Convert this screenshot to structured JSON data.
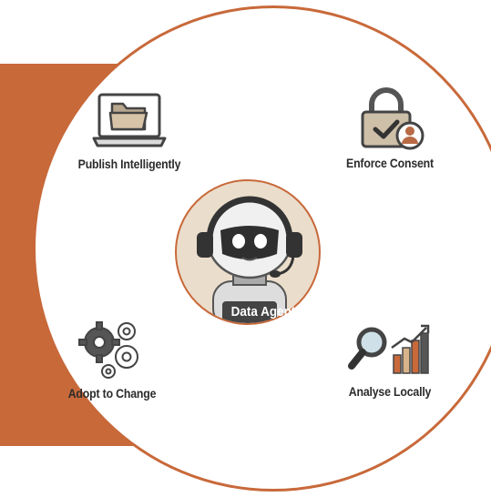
{
  "diagram": {
    "center": {
      "label": "Data Agent",
      "icon": "robot-headset-icon"
    },
    "items": [
      {
        "label": "Publish Intelligently",
        "icon": "laptop-folder-icon"
      },
      {
        "label": "Enforce Consent",
        "icon": "padlock-user-icon"
      },
      {
        "label": "Adopt to Change",
        "icon": "gears-icon"
      },
      {
        "label": "Analyse Locally",
        "icon": "magnifier-chart-icon"
      }
    ],
    "colors": {
      "accent": "#c8693a",
      "center_bg": "#eaddcb",
      "text": "#2b2b2b"
    }
  }
}
